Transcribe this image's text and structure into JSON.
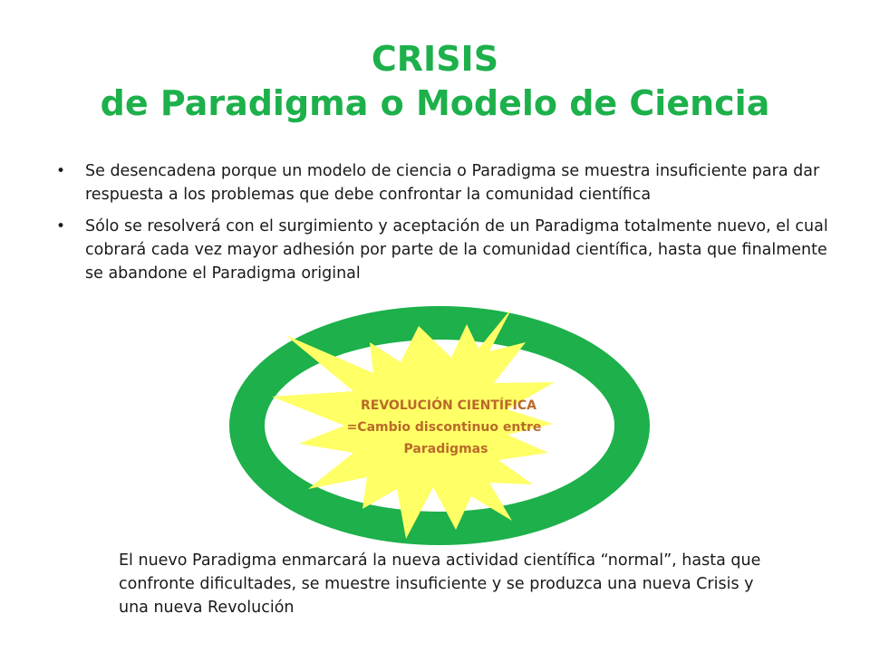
{
  "title": {
    "line1": "CRISIS",
    "line2": "de Paradigma o Modelo de Ciencia"
  },
  "bullets": [
    "Se desencadena porque un modelo de ciencia o Paradigma se muestra insuficiente para dar respuesta a los problemas que debe confrontar la comunidad científica",
    "Sólo se resolverá con el surgimiento y aceptación de un Paradigma totalmente nuevo, el cual cobrará cada vez mayor adhesión por parte de la comunidad científica, hasta que finalmente se abandone el Paradigma original"
  ],
  "bullet_symbol": "•",
  "diagram": {
    "line1": "REVOLUCIÓN CIENTÍFICA",
    "line2": "=Cambio discontinuo entre",
    "line3": "Paradigmas",
    "ring_color": "#1db04b",
    "star_color": "#ffff66",
    "text_color": "#b96a2a"
  },
  "caption": "El nuevo Paradigma enmarcará la nueva actividad científica “normal”, hasta que confronte dificultades, se muestre insuficiente y se produzca una nueva Crisis y una nueva Revolución"
}
